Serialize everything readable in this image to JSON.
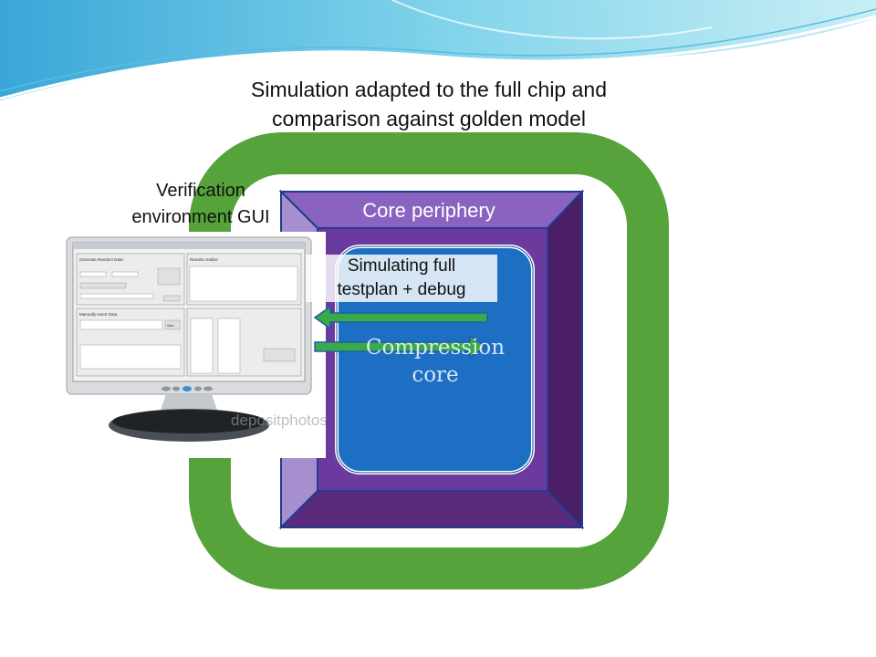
{
  "title": {
    "line1": "Simulation adapted to the full chip and",
    "line2": "comparison against golden model"
  },
  "gui_label": {
    "line1": "Verification",
    "line2": "environment GUI"
  },
  "periphery_label": "Core periphery",
  "simulation_label": {
    "line1": "Simulating full",
    "line2": "testplan + debug"
  },
  "core_label": {
    "line1": "Compression",
    "line2": "core"
  },
  "monitor_screen": {
    "left_panel_title": "Generate Random Data",
    "right_panel_title": "Results Analize",
    "insert_title": "Manually Insert Data",
    "button_label": "Start"
  },
  "watermark": "depositphotos",
  "colors": {
    "outer_ring": "#55a33a",
    "periphery_face": "#6a3a9e",
    "periphery_left": "#9b83c6",
    "periphery_right": "#4a1f66",
    "core_fill": "#1d6fc4",
    "arrow_green": "#3aaa48",
    "arrow_outline": "#1f5fa8"
  },
  "icons": [
    "arrow-left-icon",
    "arrow-right-icon",
    "monitor-icon"
  ]
}
